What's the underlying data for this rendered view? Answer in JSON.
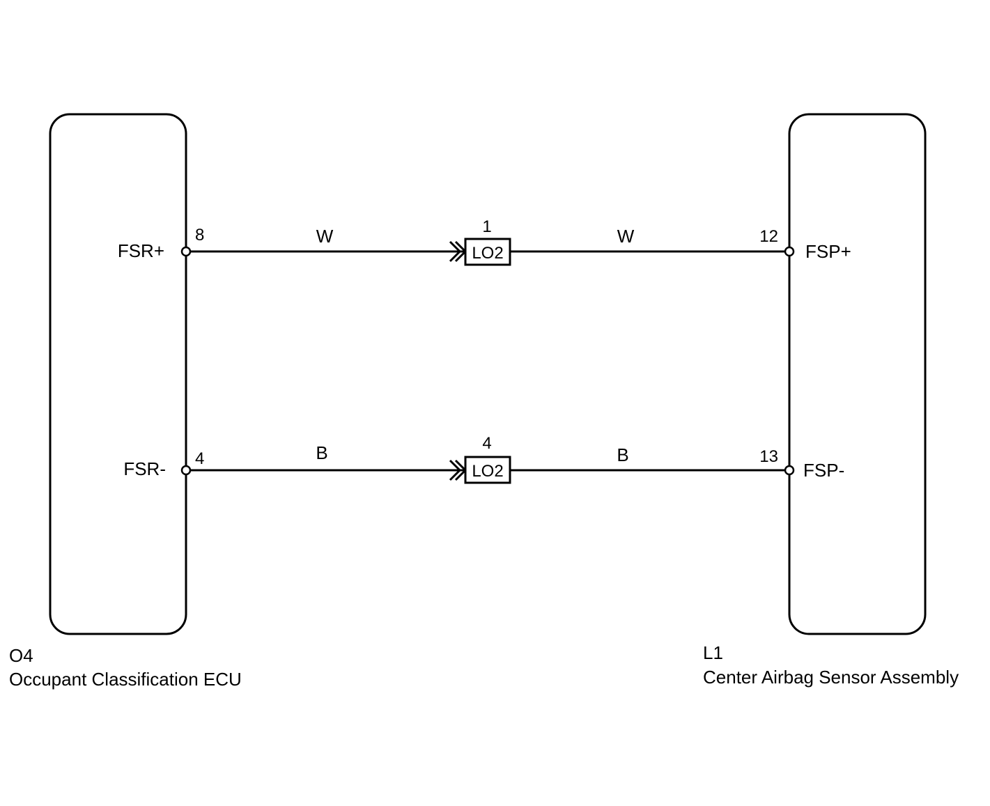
{
  "components": {
    "left": {
      "code": "O4",
      "name": "Occupant Classification ECU",
      "pins": {
        "top": {
          "label": "FSR+",
          "number": "8"
        },
        "bottom": {
          "label": "FSR-",
          "number": "4"
        }
      }
    },
    "right": {
      "code": "L1",
      "name": "Center Airbag Sensor Assembly",
      "pins": {
        "top": {
          "label": "FSP+",
          "number": "12"
        },
        "bottom": {
          "label": "FSP-",
          "number": "13"
        }
      }
    }
  },
  "circuits": {
    "top": {
      "wire_left": "W",
      "wire_right": "W",
      "connector": {
        "name": "LO2",
        "pin": "1"
      }
    },
    "bottom": {
      "wire_left": "B",
      "wire_right": "B",
      "connector": {
        "name": "LO2",
        "pin": "4"
      }
    }
  }
}
